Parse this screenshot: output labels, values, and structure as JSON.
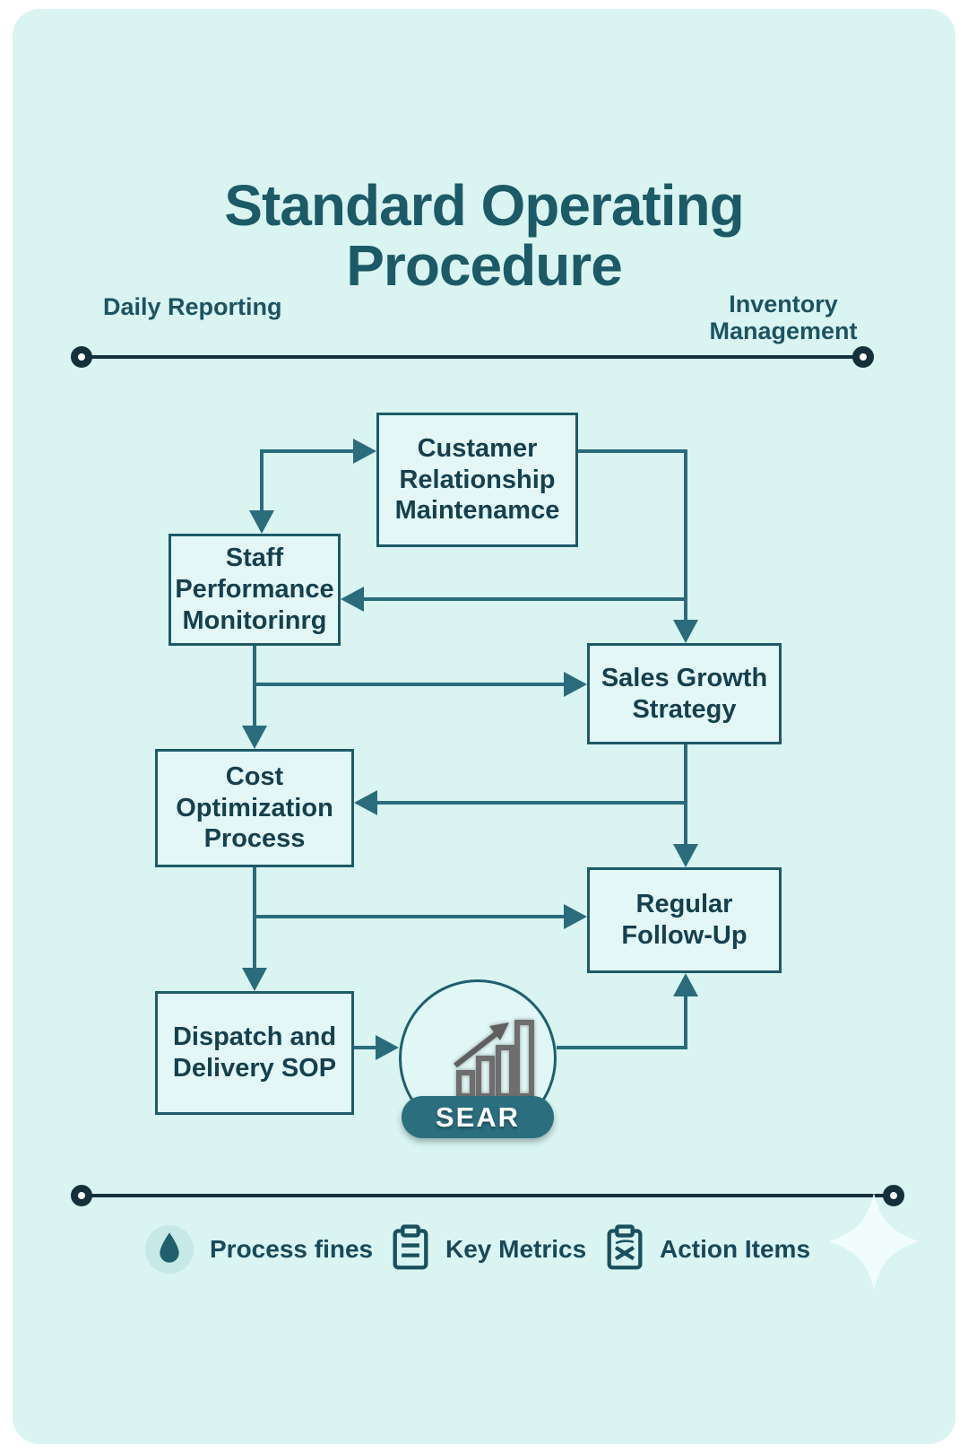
{
  "title": "Standard Operating Procedure",
  "header": {
    "left_label": "Daily Reporting",
    "right_label": "Inventory Management"
  },
  "nodes": [
    {
      "id": "customer-relationship",
      "label": "Custamer Relationship Maintenamce"
    },
    {
      "id": "staff-performance",
      "label": "Staff Performance Monitorinrg"
    },
    {
      "id": "sales-growth",
      "label": "Sales Growth Strategy"
    },
    {
      "id": "cost-optimization",
      "label": "Cost Optimization Process"
    },
    {
      "id": "regular-followup",
      "label": "Regular Follow-Up"
    },
    {
      "id": "dispatch-delivery",
      "label": "Dispatch and Delivery SOP"
    }
  ],
  "chart_node": {
    "icon": "bar-chart-growth-icon",
    "button_label": "SEAR"
  },
  "legend": [
    {
      "icon": "droplet-icon",
      "label": "Process fines"
    },
    {
      "icon": "clipboard-icon",
      "label": "Key Metrics"
    },
    {
      "icon": "clipboard-x-icon",
      "label": "Action Items"
    }
  ],
  "colors": {
    "card_background": "#d9f4f1",
    "node_fill": "#e3f8f6",
    "node_border": "#1e5a68",
    "arrow": "#2a6c7c",
    "title_text": "#1b5a66",
    "pill_fill": "#2b6e7d",
    "rule_line": "#14303a"
  }
}
